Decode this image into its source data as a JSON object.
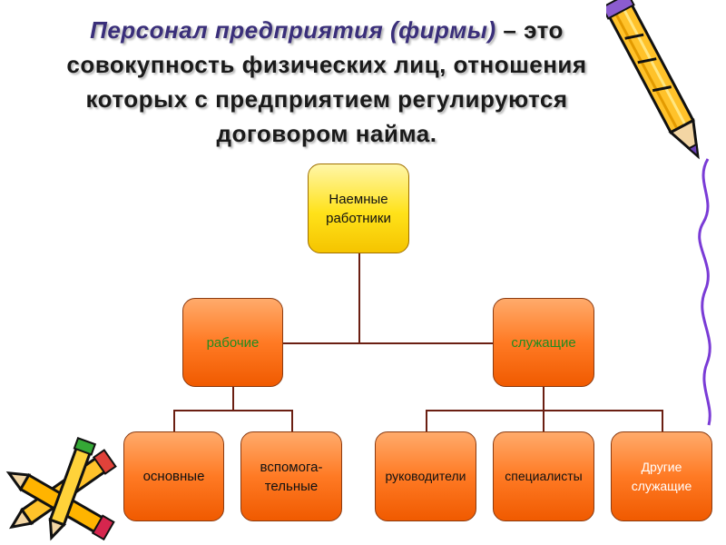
{
  "title": {
    "highlight": "Персонал предприятия (фирмы)",
    "rest_line1": " – это",
    "line2": "совокупность физических лиц, отношения",
    "line3": "которых с предприятием регулируются",
    "line4": "договором найма."
  },
  "diagram": {
    "root": {
      "line1": "Наемные",
      "line2": "работники"
    },
    "left": {
      "label": "рабочие"
    },
    "right": {
      "label": "служащие"
    },
    "left_children": [
      {
        "line1": "основные",
        "line2": ""
      },
      {
        "line1": "вспомога-",
        "line2": "тельные"
      }
    ],
    "right_children": [
      {
        "line1": "руководители",
        "line2": ""
      },
      {
        "line1": "специалисты",
        "line2": ""
      },
      {
        "line1": "Другие",
        "line2": "служащие"
      }
    ]
  },
  "colors": {
    "root_fill": "#ffe21a",
    "box_fill": "#ff7a24",
    "connector": "#6b1f12",
    "accent_text": "#238c1f",
    "title_highlight": "#3a2f7a"
  },
  "decorations": [
    "pencil-icon",
    "pencils-icon",
    "squiggle-line"
  ]
}
